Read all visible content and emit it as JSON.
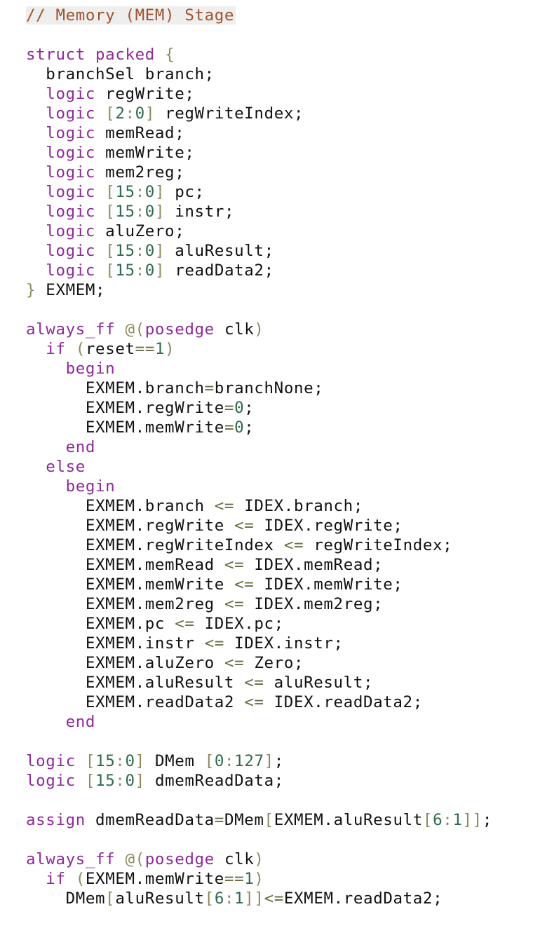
{
  "colors": {
    "background": "#ffffff",
    "comment": "#a0522d",
    "keyword": "#8e2a9a",
    "bracket": "#8b8b5e",
    "number": "#2e6b4c",
    "operator": "#6a6a42",
    "identifier": "#111111"
  },
  "lines": [
    [
      {
        "t": "// Memory (MEM) Stage",
        "c": "comment"
      }
    ],
    [],
    [
      {
        "t": "struct packed",
        "c": "kw"
      },
      {
        "t": " "
      },
      {
        "t": "{",
        "c": "br"
      }
    ],
    [
      {
        "t": "  branchSel branch;"
      }
    ],
    [
      {
        "t": "  "
      },
      {
        "t": "logic",
        "c": "kw"
      },
      {
        "t": " regWrite;"
      }
    ],
    [
      {
        "t": "  "
      },
      {
        "t": "logic",
        "c": "kw"
      },
      {
        "t": " "
      },
      {
        "t": "[",
        "c": "br"
      },
      {
        "t": "2",
        "c": "num"
      },
      {
        "t": ":",
        "c": "br"
      },
      {
        "t": "0",
        "c": "num"
      },
      {
        "t": "]",
        "c": "br"
      },
      {
        "t": " regWriteIndex;"
      }
    ],
    [
      {
        "t": "  "
      },
      {
        "t": "logic",
        "c": "kw"
      },
      {
        "t": " memRead;"
      }
    ],
    [
      {
        "t": "  "
      },
      {
        "t": "logic",
        "c": "kw"
      },
      {
        "t": " memWrite;"
      }
    ],
    [
      {
        "t": "  "
      },
      {
        "t": "logic",
        "c": "kw"
      },
      {
        "t": " mem2reg;"
      }
    ],
    [
      {
        "t": "  "
      },
      {
        "t": "logic",
        "c": "kw"
      },
      {
        "t": " "
      },
      {
        "t": "[",
        "c": "br"
      },
      {
        "t": "15",
        "c": "num"
      },
      {
        "t": ":",
        "c": "br"
      },
      {
        "t": "0",
        "c": "num"
      },
      {
        "t": "]",
        "c": "br"
      },
      {
        "t": " pc;"
      }
    ],
    [
      {
        "t": "  "
      },
      {
        "t": "logic",
        "c": "kw"
      },
      {
        "t": " "
      },
      {
        "t": "[",
        "c": "br"
      },
      {
        "t": "15",
        "c": "num"
      },
      {
        "t": ":",
        "c": "br"
      },
      {
        "t": "0",
        "c": "num"
      },
      {
        "t": "]",
        "c": "br"
      },
      {
        "t": " instr;"
      }
    ],
    [
      {
        "t": "  "
      },
      {
        "t": "logic",
        "c": "kw"
      },
      {
        "t": " aluZero;"
      }
    ],
    [
      {
        "t": "  "
      },
      {
        "t": "logic",
        "c": "kw"
      },
      {
        "t": " "
      },
      {
        "t": "[",
        "c": "br"
      },
      {
        "t": "15",
        "c": "num"
      },
      {
        "t": ":",
        "c": "br"
      },
      {
        "t": "0",
        "c": "num"
      },
      {
        "t": "]",
        "c": "br"
      },
      {
        "t": " aluResult;"
      }
    ],
    [
      {
        "t": "  "
      },
      {
        "t": "logic",
        "c": "kw"
      },
      {
        "t": " "
      },
      {
        "t": "[",
        "c": "br"
      },
      {
        "t": "15",
        "c": "num"
      },
      {
        "t": ":",
        "c": "br"
      },
      {
        "t": "0",
        "c": "num"
      },
      {
        "t": "]",
        "c": "br"
      },
      {
        "t": " readData2;"
      }
    ],
    [
      {
        "t": "}",
        "c": "br"
      },
      {
        "t": " EXMEM;"
      }
    ],
    [],
    [
      {
        "t": "always_ff",
        "c": "kw"
      },
      {
        "t": " "
      },
      {
        "t": "@(",
        "c": "br"
      },
      {
        "t": "posedge",
        "c": "kw"
      },
      {
        "t": " clk"
      },
      {
        "t": ")",
        "c": "br"
      }
    ],
    [
      {
        "t": "  "
      },
      {
        "t": "if",
        "c": "kw"
      },
      {
        "t": " "
      },
      {
        "t": "(",
        "c": "br"
      },
      {
        "t": "reset"
      },
      {
        "t": "==",
        "c": "op"
      },
      {
        "t": "1",
        "c": "num"
      },
      {
        "t": ")",
        "c": "br"
      }
    ],
    [
      {
        "t": "    "
      },
      {
        "t": "begin",
        "c": "kw"
      }
    ],
    [
      {
        "t": "      EXMEM.branch"
      },
      {
        "t": "=",
        "c": "op"
      },
      {
        "t": "branchNone;"
      }
    ],
    [
      {
        "t": "      EXMEM.regWrite"
      },
      {
        "t": "=",
        "c": "op"
      },
      {
        "t": "0",
        "c": "num"
      },
      {
        "t": ";"
      }
    ],
    [
      {
        "t": "      EXMEM.memWrite"
      },
      {
        "t": "=",
        "c": "op"
      },
      {
        "t": "0",
        "c": "num"
      },
      {
        "t": ";"
      }
    ],
    [
      {
        "t": "    "
      },
      {
        "t": "end",
        "c": "kw"
      }
    ],
    [
      {
        "t": "  "
      },
      {
        "t": "else",
        "c": "kw"
      }
    ],
    [
      {
        "t": "    "
      },
      {
        "t": "begin",
        "c": "kw"
      }
    ],
    [
      {
        "t": "      EXMEM.branch "
      },
      {
        "t": "<=",
        "c": "op"
      },
      {
        "t": " IDEX.branch;"
      }
    ],
    [
      {
        "t": "      EXMEM.regWrite "
      },
      {
        "t": "<=",
        "c": "op"
      },
      {
        "t": " IDEX.regWrite;"
      }
    ],
    [
      {
        "t": "      EXMEM.regWriteIndex "
      },
      {
        "t": "<=",
        "c": "op"
      },
      {
        "t": " regWriteIndex;"
      }
    ],
    [
      {
        "t": "      EXMEM.memRead "
      },
      {
        "t": "<=",
        "c": "op"
      },
      {
        "t": " IDEX.memRead;"
      }
    ],
    [
      {
        "t": "      EXMEM.memWrite "
      },
      {
        "t": "<=",
        "c": "op"
      },
      {
        "t": " IDEX.memWrite;"
      }
    ],
    [
      {
        "t": "      EXMEM.mem2reg "
      },
      {
        "t": "<=",
        "c": "op"
      },
      {
        "t": " IDEX.mem2reg;"
      }
    ],
    [
      {
        "t": "      EXMEM.pc "
      },
      {
        "t": "<=",
        "c": "op"
      },
      {
        "t": " IDEX.pc;"
      }
    ],
    [
      {
        "t": "      EXMEM.instr "
      },
      {
        "t": "<=",
        "c": "op"
      },
      {
        "t": " IDEX.instr;"
      }
    ],
    [
      {
        "t": "      EXMEM.aluZero "
      },
      {
        "t": "<=",
        "c": "op"
      },
      {
        "t": " Zero;"
      }
    ],
    [
      {
        "t": "      EXMEM.aluResult "
      },
      {
        "t": "<=",
        "c": "op"
      },
      {
        "t": " aluResult;"
      }
    ],
    [
      {
        "t": "      EXMEM.readData2 "
      },
      {
        "t": "<=",
        "c": "op"
      },
      {
        "t": " IDEX.readData2;"
      }
    ],
    [
      {
        "t": "    "
      },
      {
        "t": "end",
        "c": "kw"
      }
    ],
    [],
    [
      {
        "t": "logic",
        "c": "kw"
      },
      {
        "t": " "
      },
      {
        "t": "[",
        "c": "br"
      },
      {
        "t": "15",
        "c": "num"
      },
      {
        "t": ":",
        "c": "br"
      },
      {
        "t": "0",
        "c": "num"
      },
      {
        "t": "]",
        "c": "br"
      },
      {
        "t": " DMem "
      },
      {
        "t": "[",
        "c": "br"
      },
      {
        "t": "0",
        "c": "num"
      },
      {
        "t": ":",
        "c": "br"
      },
      {
        "t": "127",
        "c": "num"
      },
      {
        "t": "]",
        "c": "br"
      },
      {
        "t": ";"
      }
    ],
    [
      {
        "t": "logic",
        "c": "kw"
      },
      {
        "t": " "
      },
      {
        "t": "[",
        "c": "br"
      },
      {
        "t": "15",
        "c": "num"
      },
      {
        "t": ":",
        "c": "br"
      },
      {
        "t": "0",
        "c": "num"
      },
      {
        "t": "]",
        "c": "br"
      },
      {
        "t": " dmemReadData;"
      }
    ],
    [],
    [
      {
        "t": "assign",
        "c": "kw"
      },
      {
        "t": " dmemReadData"
      },
      {
        "t": "=",
        "c": "op"
      },
      {
        "t": "DMem"
      },
      {
        "t": "[",
        "c": "br"
      },
      {
        "t": "EXMEM.aluResult"
      },
      {
        "t": "[",
        "c": "br"
      },
      {
        "t": "6",
        "c": "num"
      },
      {
        "t": ":",
        "c": "br"
      },
      {
        "t": "1",
        "c": "num"
      },
      {
        "t": "]]",
        "c": "br"
      },
      {
        "t": ";"
      }
    ],
    [],
    [
      {
        "t": "always_ff",
        "c": "kw"
      },
      {
        "t": " "
      },
      {
        "t": "@(",
        "c": "br"
      },
      {
        "t": "posedge",
        "c": "kw"
      },
      {
        "t": " clk"
      },
      {
        "t": ")",
        "c": "br"
      }
    ],
    [
      {
        "t": "  "
      },
      {
        "t": "if",
        "c": "kw"
      },
      {
        "t": " "
      },
      {
        "t": "(",
        "c": "br"
      },
      {
        "t": "EXMEM.memWrite"
      },
      {
        "t": "==",
        "c": "op"
      },
      {
        "t": "1",
        "c": "num"
      },
      {
        "t": ")",
        "c": "br"
      }
    ],
    [
      {
        "t": "    DMem"
      },
      {
        "t": "[",
        "c": "br"
      },
      {
        "t": "aluResult"
      },
      {
        "t": "[",
        "c": "br"
      },
      {
        "t": "6",
        "c": "num"
      },
      {
        "t": ":",
        "c": "br"
      },
      {
        "t": "1",
        "c": "num"
      },
      {
        "t": "]]",
        "c": "br"
      },
      {
        "t": "<=",
        "c": "op"
      },
      {
        "t": "EXMEM.readData2;"
      }
    ]
  ]
}
